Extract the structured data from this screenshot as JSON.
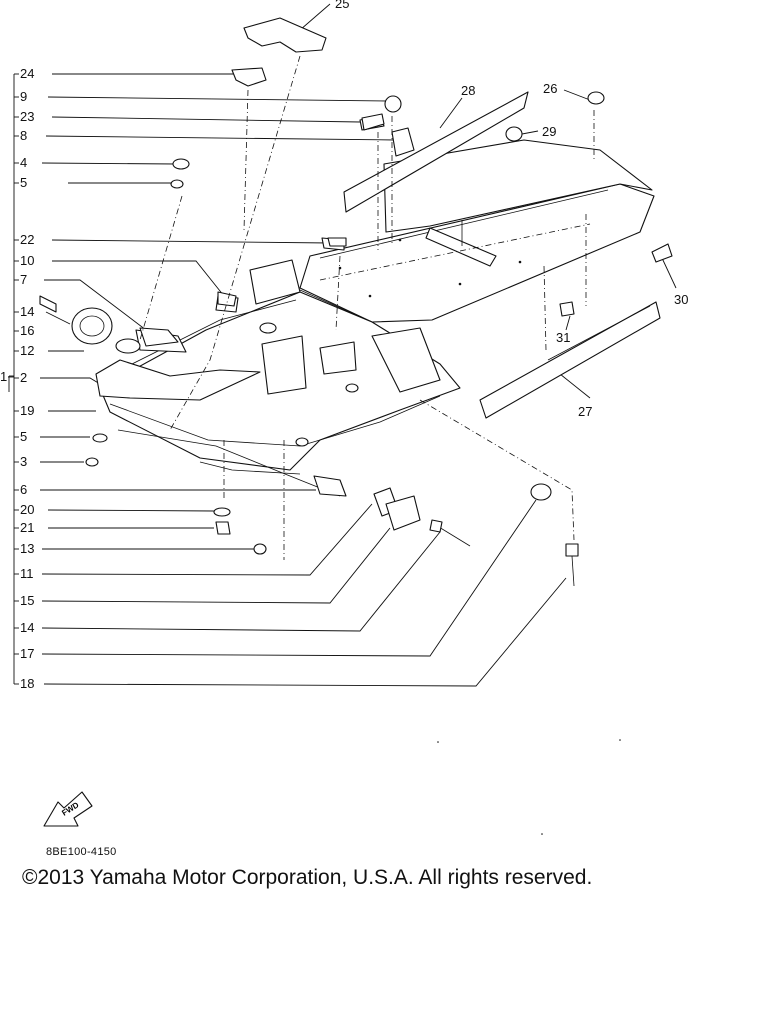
{
  "callouts": {
    "left_column": [
      "24",
      "9",
      "23",
      "8",
      "4",
      "5",
      "22",
      "10",
      "7",
      "14",
      "16",
      "12",
      "2",
      "19",
      "5",
      "3",
      "6",
      "20",
      "21",
      "13",
      "11",
      "15",
      "14",
      "17",
      "18"
    ],
    "outer_group": "1",
    "right_side": [
      "25",
      "28",
      "26",
      "29",
      "30",
      "31",
      "27"
    ]
  },
  "fwd_label": "FWD",
  "reference_code": "8BE100-4150",
  "copyright": "©2013 Yamaha Motor Corporation, U.S.A. All rights reserved."
}
